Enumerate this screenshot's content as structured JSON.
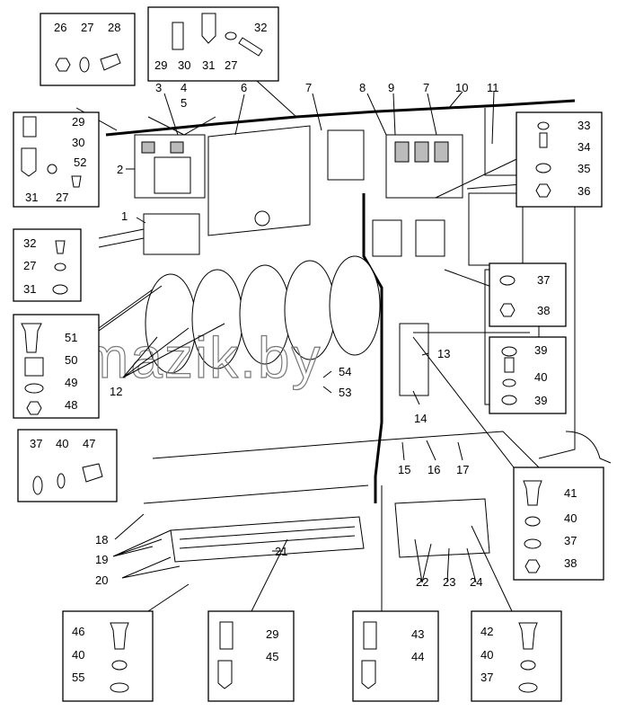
{
  "watermark": "mazik.by",
  "callouts": {
    "c1": "1",
    "c2": "2",
    "c3": "3",
    "c4": "4",
    "c5": "5",
    "c6": "6",
    "c7a": "7",
    "c7b": "7",
    "c8": "8",
    "c9": "9",
    "c10": "10",
    "c11": "11",
    "c12": "12",
    "c13": "13",
    "c14": "14",
    "c15": "15",
    "c16": "16",
    "c17": "17",
    "c18": "18",
    "c19": "19",
    "c20": "20",
    "c21": "21",
    "c22": "22",
    "c23": "23",
    "c24": "24",
    "c53": "53",
    "c54": "54"
  },
  "boxes": {
    "b_nut_washer_screw": [
      "26",
      "27",
      "28"
    ],
    "b_plates_washer_bolt": [
      "29",
      "30",
      "31",
      "27",
      "32"
    ],
    "b_left_plates": [
      "29",
      "30",
      "52",
      "31",
      "27"
    ],
    "b_left_small": [
      "32",
      "27",
      "31"
    ],
    "b_left_bolt_stack": [
      "51",
      "50",
      "49",
      "48"
    ],
    "b_left_washers": [
      "37",
      "40",
      "47"
    ],
    "b_right_top": [
      "33",
      "34",
      "35",
      "36"
    ],
    "b_right_washer_nut": [
      "37",
      "38"
    ],
    "b_right_mid": [
      "39",
      "40",
      "39"
    ],
    "b_right_bolt_stack": [
      "41",
      "40",
      "37",
      "38"
    ],
    "b_bottom_1": [
      "46",
      "40",
      "55"
    ],
    "b_bottom_2": [
      "29",
      "45"
    ],
    "b_bottom_3": [
      "43",
      "44"
    ],
    "b_bottom_4": [
      "42",
      "40",
      "37"
    ]
  }
}
